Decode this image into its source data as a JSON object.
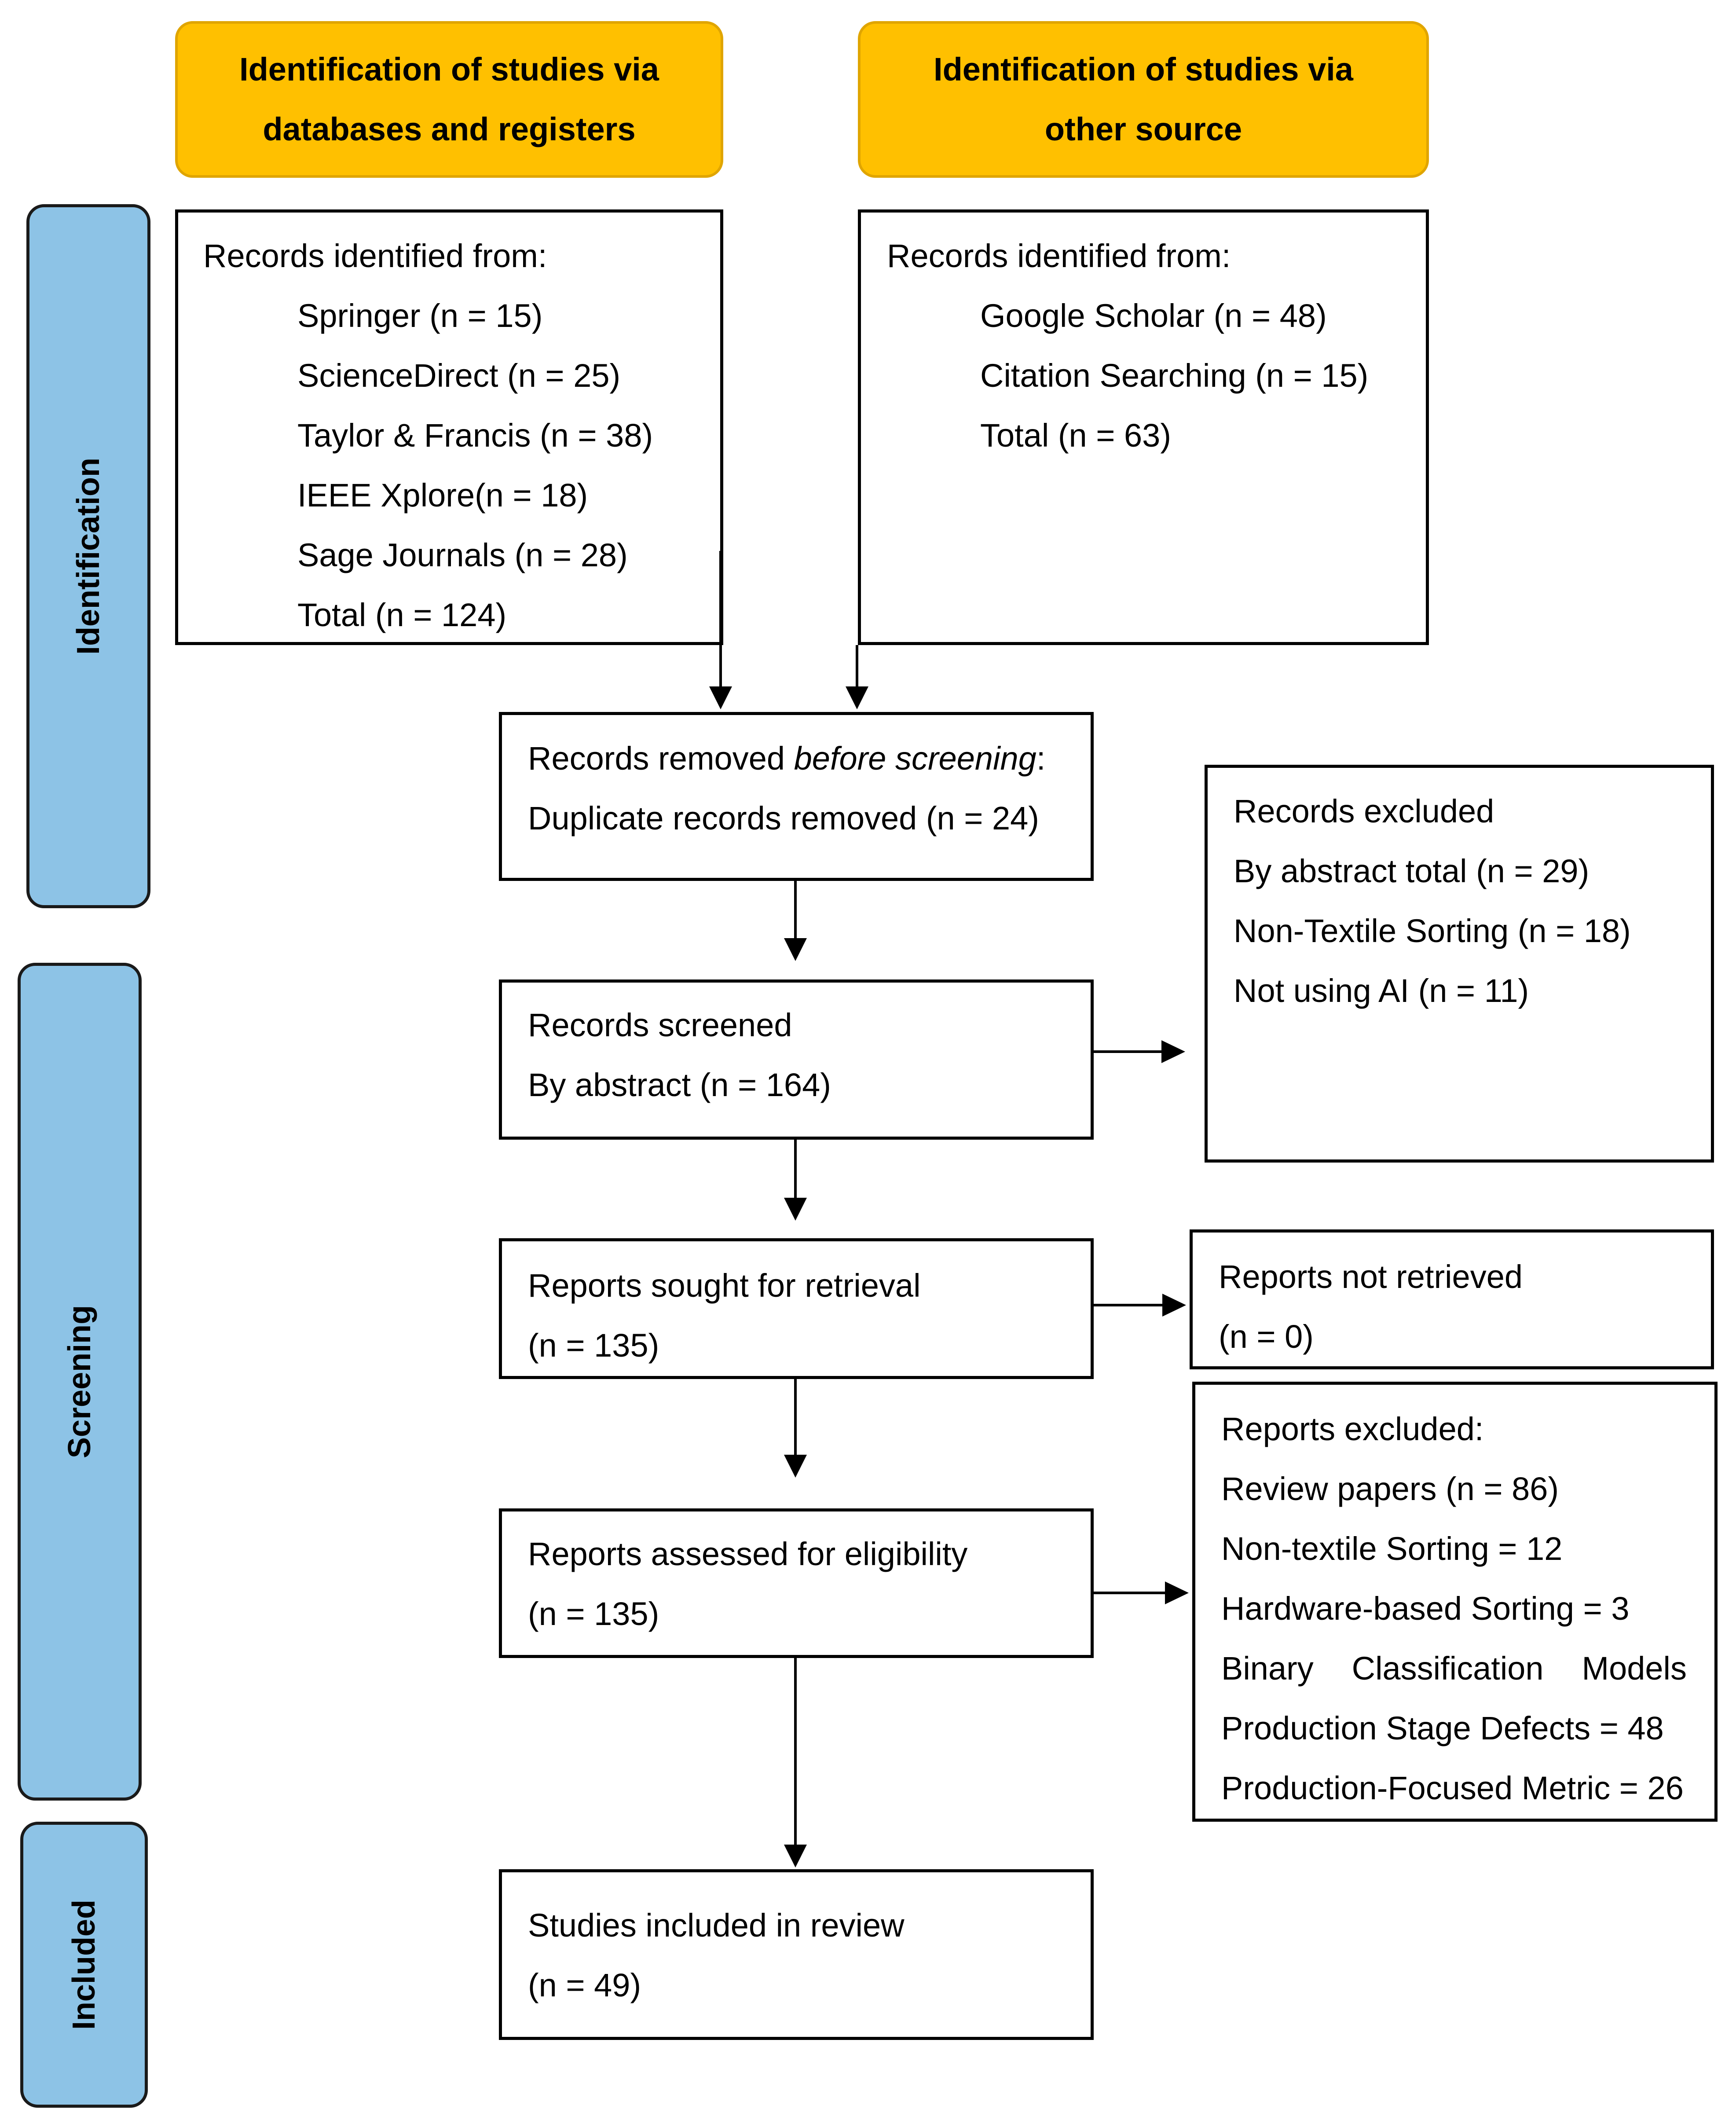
{
  "headers": {
    "databases": [
      "Identification of studies via",
      "databases and registers"
    ],
    "other": [
      "Identification of studies via",
      "other source"
    ]
  },
  "phases": {
    "identification": "Identification",
    "screening": "Screening",
    "included": "Included"
  },
  "databases_box": {
    "title": "Records identified from:",
    "items": [
      "Springer (n = 15)",
      "ScienceDirect (n = 25)",
      "Taylor & Francis (n = 38)",
      "IEEE Xplore(n = 18)",
      "Sage Journals (n = 28)",
      "Total (n = 124)"
    ]
  },
  "other_box": {
    "title": "Records identified from:",
    "items": [
      "Google Scholar (n = 48)",
      "Citation Searching (n = 15)",
      "Total (n = 63)"
    ]
  },
  "removed_box": {
    "line1_prefix": "Records removed ",
    "line1_italic": "before screening",
    "line1_suffix": ":",
    "line2": "Duplicate records removed (n = 24)"
  },
  "screened_box": {
    "line1": "Records screened",
    "line2": "By abstract (n = 164)"
  },
  "excluded_box": {
    "lines": [
      "Records excluded",
      "By abstract total (n = 29)",
      "Non-Textile Sorting (n = 18)",
      "Not using AI (n = 11)"
    ]
  },
  "sought_box": {
    "line1": "Reports sought for retrieval",
    "line2": "(n = 135)"
  },
  "not_retrieved_box": {
    "line1": "Reports not retrieved",
    "line2": "(n = 0)"
  },
  "assessed_box": {
    "line1": "Reports assessed for eligibility",
    "line2": "(n = 135)"
  },
  "reports_excluded_box": {
    "title": "Reports excluded:",
    "items": [
      "Review papers (n = 86)",
      "Non-textile Sorting = 12",
      "Hardware-based Sorting = 3"
    ],
    "justified_words": [
      "Binary",
      "Classification",
      "Models"
    ],
    "items_after": [
      "Production Stage Defects = 48",
      "Production-Focused Metric = 26"
    ]
  },
  "included_box": {
    "line1": "Studies included in review",
    "line2": "(n = 49)"
  }
}
